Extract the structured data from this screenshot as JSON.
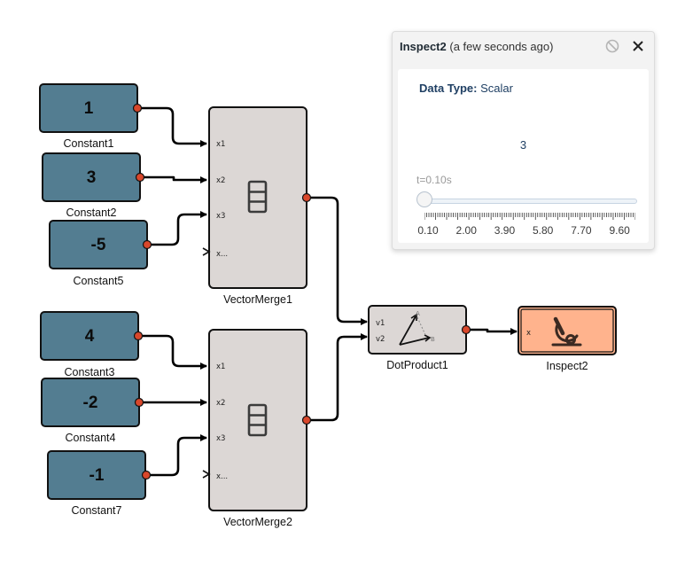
{
  "diagram": {
    "constants": [
      {
        "id": "c1",
        "value": "1",
        "label": "Constant1"
      },
      {
        "id": "c2",
        "value": "3",
        "label": "Constant2"
      },
      {
        "id": "c5",
        "value": "-5",
        "label": "Constant5"
      },
      {
        "id": "c3",
        "value": "4",
        "label": "Constant3"
      },
      {
        "id": "c4",
        "value": "-2",
        "label": "Constant4"
      },
      {
        "id": "c7",
        "value": "-1",
        "label": "Constant7"
      }
    ],
    "vector_merges": [
      {
        "label": "VectorMerge1",
        "ports": [
          "x1",
          "x2",
          "x3",
          "x..."
        ]
      },
      {
        "label": "VectorMerge2",
        "ports": [
          "x1",
          "x2",
          "x3",
          "x..."
        ]
      }
    ],
    "dot_product": {
      "label": "DotProduct1",
      "ports": [
        "v1",
        "v2"
      ],
      "glyph_a": "A",
      "glyph_b": "B"
    },
    "inspect_block": {
      "label": "Inspect2",
      "port": "x"
    },
    "colors": {
      "constant_fill": "#537d91",
      "block_fill": "#dcd7d5",
      "inspect_fill": "#ffb38d",
      "port_fill": "#d9472b",
      "wire": "#000000"
    }
  },
  "inspect_panel": {
    "title": "Inspect2",
    "subtitle": "(a few seconds ago)",
    "data_type_label": "Data Type:",
    "data_type_value": "Scalar",
    "value": "3",
    "time_label": "t=0.10s",
    "slider_position": 0.0,
    "tick_labels": [
      "0.10",
      "2.00",
      "3.90",
      "5.80",
      "7.70",
      "9.60"
    ]
  }
}
